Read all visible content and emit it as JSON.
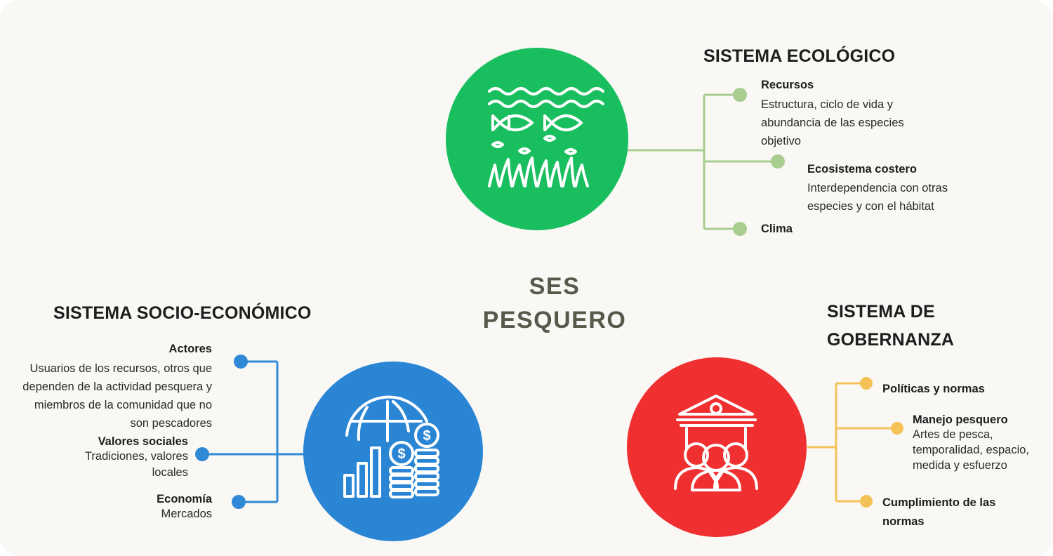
{
  "center": {
    "line1": "SES",
    "line2": "PESQUERO"
  },
  "colors": {
    "background": "#f9f8f5",
    "ecological": "#19bf5e",
    "ecological_line": "#a9cc8f",
    "socioeconomic": "#2a86d4",
    "socioeconomic_line": "#3089d6",
    "governance": "#f03030",
    "governance_line": "#f5c257",
    "center_text": "#555a4a"
  },
  "ecological": {
    "heading": "SISTEMA ECOLÓGICO",
    "icon": "fish-water-ecosystem-icon",
    "items": [
      {
        "title": "Recursos",
        "lines": [
          "Estructura, ciclo de vida y",
          "abundancia de las especies",
          "objetivo"
        ]
      },
      {
        "title": "Ecosistema costero",
        "lines": [
          "Interdependencia con otras",
          "especies y con  el hábitat"
        ]
      },
      {
        "title": "Clima",
        "lines": []
      }
    ]
  },
  "socioeconomic": {
    "heading": "SISTEMA SOCIO-ECONÓMICO",
    "icon": "globe-coins-chart-icon",
    "items": [
      {
        "title": "Actores",
        "lines": [
          "Usuarios de los recursos, otros que",
          "dependen de la actividad pesquera y",
          "miembros de la comunidad que no",
          "son pescadores"
        ]
      },
      {
        "title": "Valores sociales",
        "lines": [
          "Tradiciones, valores",
          "locales"
        ]
      },
      {
        "title": "Economía",
        "lines": [
          "Mercados"
        ]
      }
    ]
  },
  "governance": {
    "heading_line1": "SISTEMA DE",
    "heading_line2": "GOBERNANZA",
    "icon": "government-people-icon",
    "items": [
      {
        "title": "Políticas y normas",
        "lines": []
      },
      {
        "title": "Manejo pesquero",
        "lines": [
          "Artes de pesca,",
          "temporalidad, espacio,",
          "medida y esfuerzo"
        ]
      },
      {
        "title_line1": "Cumplimiento de las",
        "title_line2": "normas",
        "lines": []
      }
    ]
  }
}
